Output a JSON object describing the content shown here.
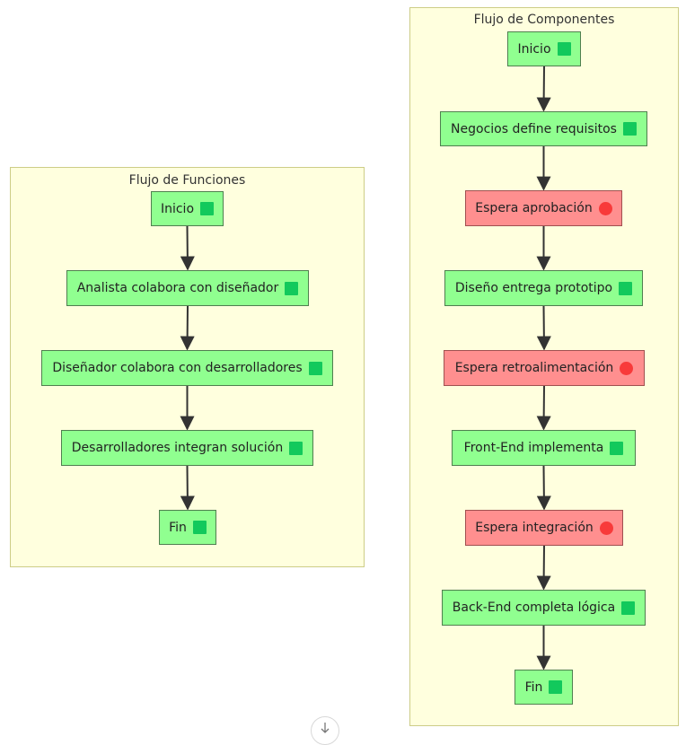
{
  "diagram": {
    "clusters": [
      {
        "id": "funciones",
        "title": "Flujo de Funciones",
        "nodes": [
          {
            "id": "f1",
            "label": "Inicio",
            "status": "ok"
          },
          {
            "id": "f2",
            "label": "Analista colabora con diseñador",
            "status": "ok"
          },
          {
            "id": "f3",
            "label": "Diseñador colabora con desarrolladores",
            "status": "ok"
          },
          {
            "id": "f4",
            "label": "Desarrolladores integran solución",
            "status": "ok"
          },
          {
            "id": "f5",
            "label": "Fin",
            "status": "ok"
          }
        ],
        "edges": [
          [
            "f1",
            "f2"
          ],
          [
            "f2",
            "f3"
          ],
          [
            "f3",
            "f4"
          ],
          [
            "f4",
            "f5"
          ]
        ]
      },
      {
        "id": "componentes",
        "title": "Flujo de Componentes",
        "nodes": [
          {
            "id": "c1",
            "label": "Inicio",
            "status": "ok"
          },
          {
            "id": "c2",
            "label": "Negocios define requisitos",
            "status": "ok"
          },
          {
            "id": "c3",
            "label": "Espera aprobación",
            "status": "wait"
          },
          {
            "id": "c4",
            "label": "Diseño entrega prototipo",
            "status": "ok"
          },
          {
            "id": "c5",
            "label": "Espera retroalimentación",
            "status": "wait"
          },
          {
            "id": "c6",
            "label": "Front-End implementa",
            "status": "ok"
          },
          {
            "id": "c7",
            "label": "Espera integración",
            "status": "wait"
          },
          {
            "id": "c8",
            "label": "Back-End completa lógica",
            "status": "ok"
          },
          {
            "id": "c9",
            "label": "Fin",
            "status": "ok"
          }
        ],
        "edges": [
          [
            "c1",
            "c2"
          ],
          [
            "c2",
            "c3"
          ],
          [
            "c3",
            "c4"
          ],
          [
            "c4",
            "c5"
          ],
          [
            "c5",
            "c6"
          ],
          [
            "c6",
            "c7"
          ],
          [
            "c7",
            "c8"
          ],
          [
            "c8",
            "c9"
          ]
        ]
      }
    ],
    "status_icons": {
      "ok": "green-square-icon",
      "wait": "red-circle-icon"
    },
    "colors": {
      "cluster_fill": "#ffffde",
      "cluster_border": "#cdcd87",
      "ok_fill": "#90ff90",
      "wait_fill": "#ff8f8f",
      "ok_icon": "#12c95c",
      "wait_icon": "#f83a3a",
      "edge": "#333333"
    }
  }
}
